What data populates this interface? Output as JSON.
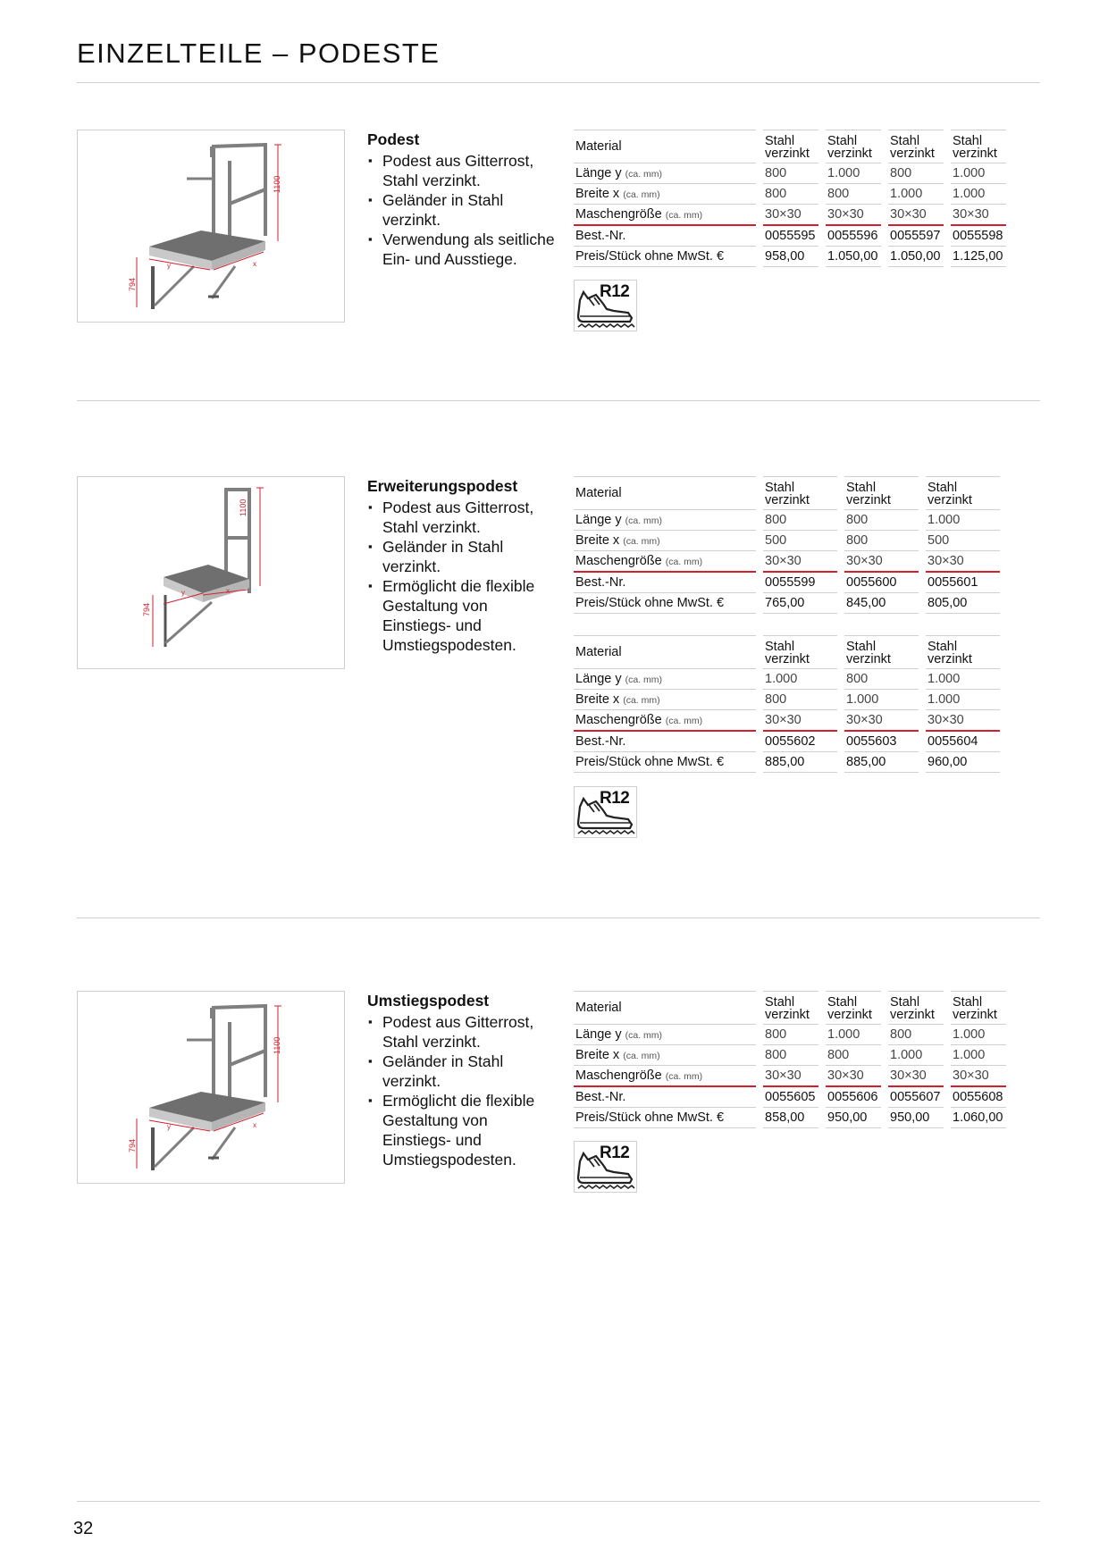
{
  "page": {
    "title": "EINZELTEILE – PODESTE",
    "page_number": "32"
  },
  "row_labels": {
    "material": "Material",
    "length": "Länge y",
    "width": "Breite x",
    "mesh": "Maschengröße",
    "unit": "(ca. mm)",
    "order_no": "Best.-Nr.",
    "price": "Preis/Stück ohne MwSt. €"
  },
  "material_value": {
    "line1": "Stahl",
    "line2": "verzinkt"
  },
  "badge": {
    "label": "R12",
    "icon": "safety-shoe-icon"
  },
  "dimension_labels": {
    "height": "1100",
    "leg": "794",
    "y": "y",
    "x": "x"
  },
  "colors": {
    "accent_red": "#d3202f",
    "rule_gray": "#cfcfcf"
  },
  "sections": [
    {
      "title": "Podest",
      "bullets": [
        "Podest aus Gitterrost, Stahl verzinkt.",
        "Geländer in Stahl verzinkt.",
        "Verwendung als seitliche Ein- und Ausstiege."
      ],
      "tables": [
        {
          "columns": [
            {
              "length": "800",
              "width": "800",
              "mesh": "30×30",
              "order_no": "0055595",
              "price": "958,00"
            },
            {
              "length": "1.000",
              "width": "800",
              "mesh": "30×30",
              "order_no": "0055596",
              "price": "1.050,00"
            },
            {
              "length": "800",
              "width": "1.000",
              "mesh": "30×30",
              "order_no": "0055597",
              "price": "1.050,00"
            },
            {
              "length": "1.000",
              "width": "1.000",
              "mesh": "30×30",
              "order_no": "0055598",
              "price": "1.125,00"
            }
          ]
        }
      ]
    },
    {
      "title": "Erweiterungspodest",
      "bullets": [
        "Podest aus Gitterrost, Stahl verzinkt.",
        "Geländer in Stahl verzinkt.",
        "Ermöglicht die flexible Gestaltung von Einstiegs- und Umstiegspodesten."
      ],
      "tables": [
        {
          "columns": [
            {
              "length": "800",
              "width": "500",
              "mesh": "30×30",
              "order_no": "0055599",
              "price": "765,00"
            },
            {
              "length": "800",
              "width": "800",
              "mesh": "30×30",
              "order_no": "0055600",
              "price": "845,00"
            },
            {
              "length": "1.000",
              "width": "500",
              "mesh": "30×30",
              "order_no": "0055601",
              "price": "805,00"
            }
          ]
        },
        {
          "columns": [
            {
              "length": "1.000",
              "width": "800",
              "mesh": "30×30",
              "order_no": "0055602",
              "price": "885,00"
            },
            {
              "length": "800",
              "width": "1.000",
              "mesh": "30×30",
              "order_no": "0055603",
              "price": "885,00"
            },
            {
              "length": "1.000",
              "width": "1.000",
              "mesh": "30×30",
              "order_no": "0055604",
              "price": "960,00"
            }
          ]
        }
      ]
    },
    {
      "title": "Umstiegspodest",
      "bullets": [
        "Podest aus Gitterrost, Stahl verzinkt.",
        "Geländer in Stahl verzinkt.",
        "Ermöglicht die flexible Gestaltung von Einstiegs- und Umstiegspodesten."
      ],
      "tables": [
        {
          "columns": [
            {
              "length": "800",
              "width": "800",
              "mesh": "30×30",
              "order_no": "0055605",
              "price": "858,00"
            },
            {
              "length": "1.000",
              "width": "800",
              "mesh": "30×30",
              "order_no": "0055606",
              "price": "950,00"
            },
            {
              "length": "800",
              "width": "1.000",
              "mesh": "30×30",
              "order_no": "0055607",
              "price": "950,00"
            },
            {
              "length": "1.000",
              "width": "1.000",
              "mesh": "30×30",
              "order_no": "0055608",
              "price": "1.060,00"
            }
          ]
        }
      ]
    }
  ]
}
